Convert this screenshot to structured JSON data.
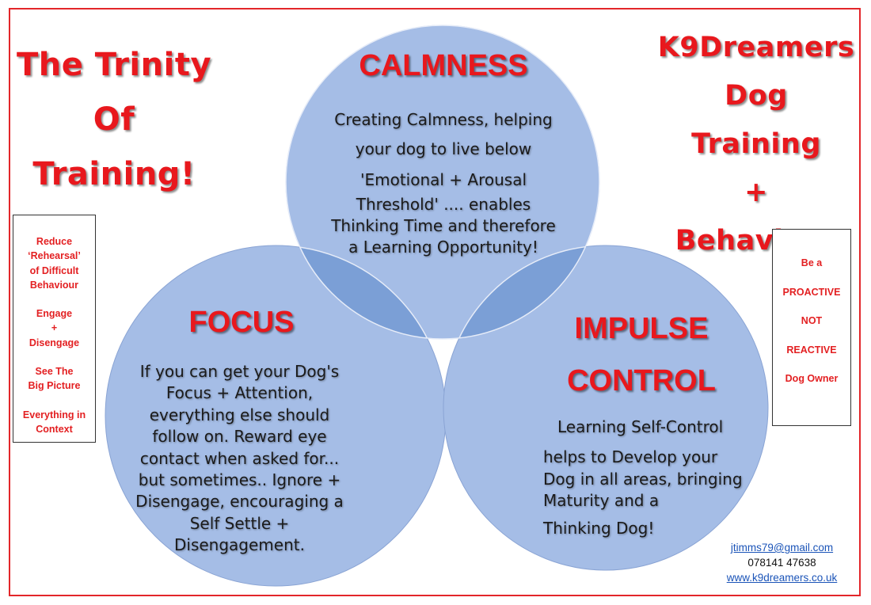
{
  "title_left": [
    "The Trinity",
    "Of",
    "Training!"
  ],
  "title_right": [
    "K9Dreamers",
    "Dog Training",
    "+",
    "Behaviour"
  ],
  "left_box": {
    "groups": [
      [
        "Reduce",
        "‘Rehearsal’",
        "of Difficult",
        "Behaviour"
      ],
      [
        "Engage",
        "+",
        "Disengage"
      ],
      [
        "See The",
        "Big Picture"
      ],
      [
        "Everything in",
        "Context"
      ]
    ]
  },
  "right_box": {
    "lines": [
      "Be a",
      "PROACTIVE",
      "NOT",
      "REACTIVE",
      "Dog Owner"
    ]
  },
  "calmness": {
    "heading": "CALMNESS",
    "lines": [
      "Creating Calmness, helping",
      "your dog to live below",
      "'Emotional + Arousal",
      "Threshold' .... enables",
      "Thinking Time and therefore",
      "a Learning Opportunity!"
    ]
  },
  "focus": {
    "heading": "FOCUS",
    "lines": [
      "If you can get your Dog's",
      "Focus + Attention,",
      "everything else should",
      "follow on. Reward eye",
      "contact when asked for...",
      "but sometimes.. Ignore +",
      "Disengage, encouraging a",
      "Self Settle +",
      "Disengagement."
    ]
  },
  "impulse": {
    "heading_line1": "IMPULSE",
    "heading_line2": "CONTROL",
    "lines": [
      "Learning Self-Control",
      "helps to Develop your",
      "Dog in all areas, bringing",
      "Maturity and a",
      "Thinking Dog!"
    ]
  },
  "contact": {
    "email": "jtimms79@gmail.com",
    "phone": "078141 47638",
    "website": "www.k9dreamers.co.uk"
  },
  "colors": {
    "circle_fill": "#a5bde6",
    "overlap_fill": "#7b9fd6",
    "accent_red": "#e8181d",
    "border_red": "#e3262a"
  }
}
